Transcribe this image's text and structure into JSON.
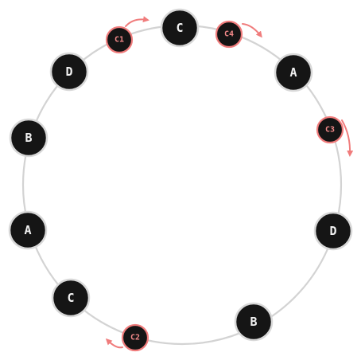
{
  "diagram": {
    "nodes": [
      {
        "label": "C"
      },
      {
        "label": "A"
      },
      {
        "label": "D"
      },
      {
        "label": "B"
      },
      {
        "label": "C"
      },
      {
        "label": "A"
      },
      {
        "label": "B"
      },
      {
        "label": "D"
      }
    ],
    "cursors": [
      {
        "label": "C1"
      },
      {
        "label": "C4"
      },
      {
        "label": "C3"
      },
      {
        "label": "C2"
      }
    ],
    "colors": {
      "node_fill": "#151515",
      "ring": "#d3d3d3",
      "cursor_accent": "#f07c7c"
    }
  }
}
